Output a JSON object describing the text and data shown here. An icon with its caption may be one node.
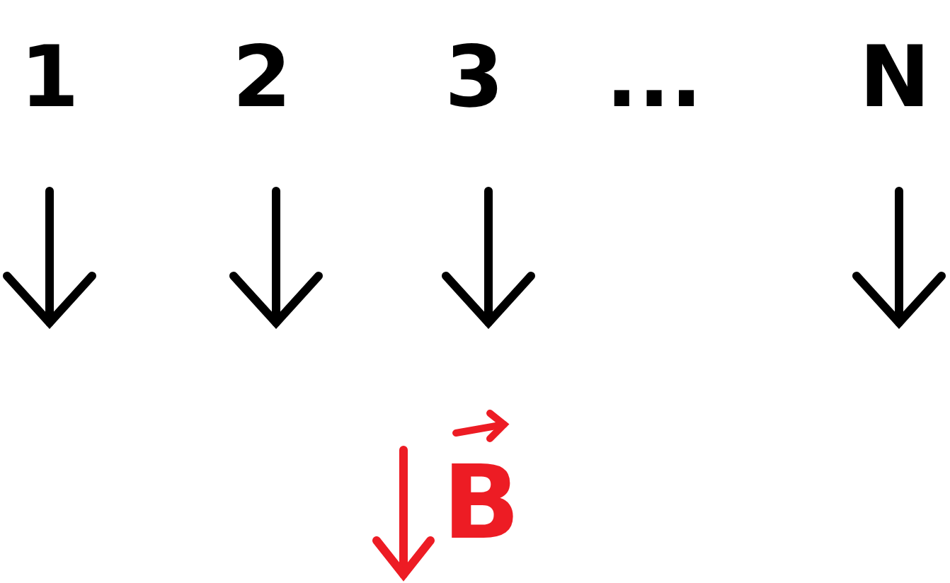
{
  "diagram": {
    "labels": [
      "1",
      "2",
      "3",
      "...",
      "N",
      "B"
    ]
  }
}
